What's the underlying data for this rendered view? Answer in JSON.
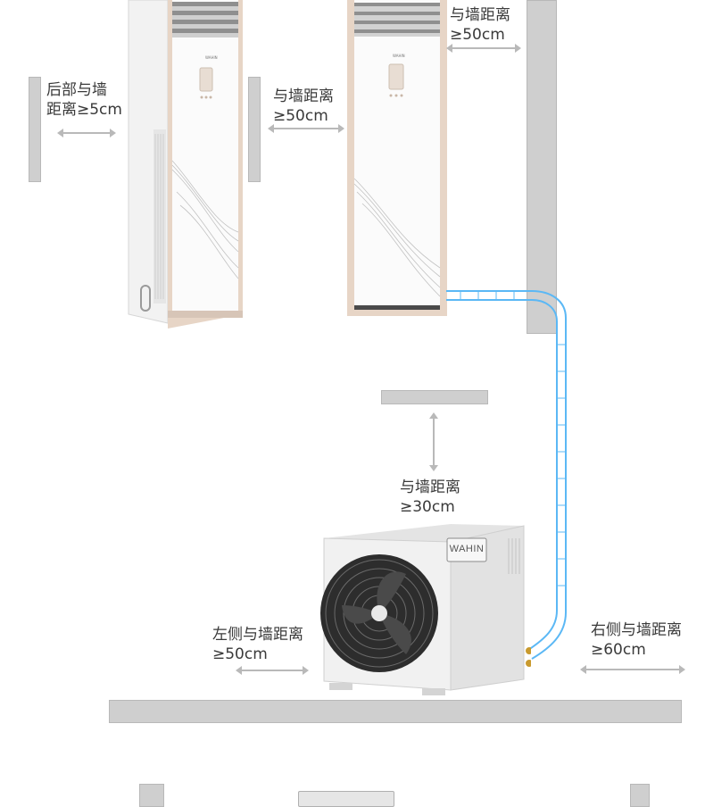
{
  "labels": {
    "rear_wall": {
      "line1": "后部与墙",
      "line2": "距离≥5cm"
    },
    "side_gap_left_unit": {
      "line1": "与墙距离",
      "line2": "≥50cm"
    },
    "side_gap_right_unit": {
      "line1": "与墙距离",
      "line2": "≥50cm"
    },
    "outdoor_top": {
      "line1": "与墙距离",
      "line2": "≥30cm"
    },
    "outdoor_left": {
      "line1": "左侧与墙距离",
      "line2": "≥50cm"
    },
    "outdoor_right": {
      "line1": "右侧与墙距离",
      "line2": "≥60cm"
    }
  },
  "brand": {
    "logo_text": "WAHIN"
  },
  "colors": {
    "wall": "#cfcfcf",
    "arrow": "#b9b9b9",
    "pipe": "#5bb8f5",
    "unit_body": "#f7f7f7",
    "unit_trim": "#d9c3b1",
    "text": "#3a3a3a"
  }
}
